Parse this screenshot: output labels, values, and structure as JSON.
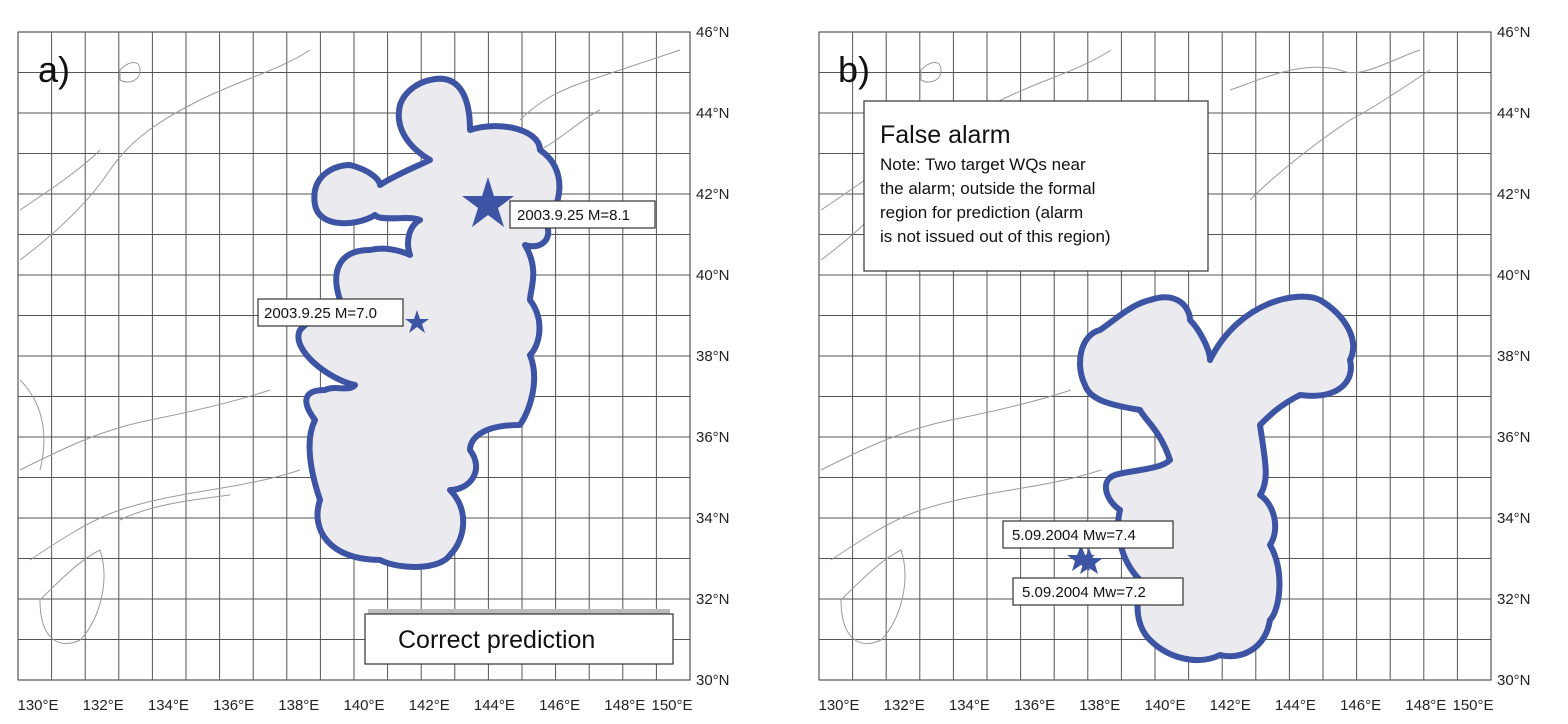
{
  "panels": [
    {
      "letter": "a)",
      "lon_ticks": [
        "130°E",
        "132°E",
        "134°E",
        "136°E",
        "138°E",
        "140°E",
        "142°E",
        "144°E",
        "146°E",
        "148°E",
        "150°E"
      ],
      "lat_ticks": [
        "46°N",
        "44°N",
        "42°N",
        "40°N",
        "38°N",
        "36°N",
        "34°N",
        "32°N",
        "30°N"
      ],
      "events": [
        {
          "label": "2003.9.25 M=8.1",
          "star": "large"
        },
        {
          "label": "2003.9.25 M=7.0",
          "star": "small"
        }
      ],
      "result_box": {
        "text": "Correct prediction"
      }
    },
    {
      "letter": "b)",
      "lon_ticks": [
        "130°E",
        "132°E",
        "134°E",
        "136°E",
        "138°E",
        "140°E",
        "142°E",
        "144°E",
        "146°E",
        "148°E",
        "150°E"
      ],
      "lat_ticks": [
        "46°N",
        "44°N",
        "42°N",
        "40°N",
        "38°N",
        "36°N",
        "34°N",
        "32°N",
        "30°N"
      ],
      "events": [
        {
          "label": "5.09.2004 Mw=7.4",
          "star": "small"
        },
        {
          "label": "5.09.2004 Mw=7.2",
          "star": "small"
        }
      ],
      "result_box": {
        "title": "False alarm",
        "note_lines": [
          "Note: Two target WQs near",
          "the alarm; outside the formal",
          "region for prediction (alarm",
          "is not issued out of this region)"
        ]
      }
    }
  ],
  "colors": {
    "alarm_outline": "#3d53a3",
    "alarm_fill": "#eaeaef",
    "star": "#3d53a3",
    "grid": "#555555",
    "coast": "#9a9a9a"
  },
  "icons": [
    "earthquake-star-icon"
  ]
}
